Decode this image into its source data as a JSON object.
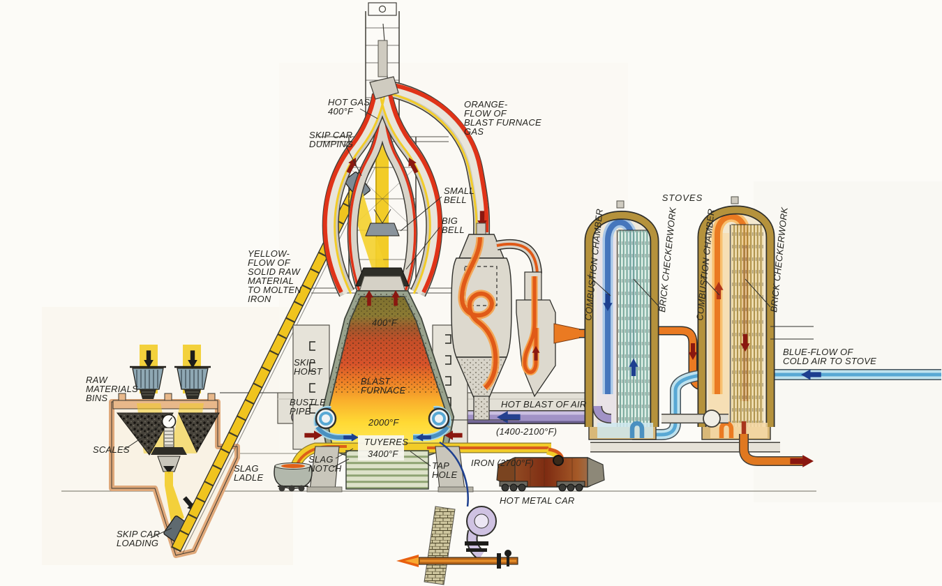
{
  "diagram": {
    "subject": "Blast furnace ironmaking process cutaway illustration",
    "labels": {
      "hot_gas": [
        "HOT GAS",
        "400°F"
      ],
      "skip_car_dumping": [
        "SKIP CAR",
        "DUMPING"
      ],
      "orange_flow": [
        "ORANGE-",
        "FLOW OF",
        "BLAST FURNACE",
        "GAS"
      ],
      "small_bell": [
        "SMALL",
        "BELL"
      ],
      "big_bell": [
        "BIG",
        "BELL"
      ],
      "yellow_flow": [
        "YELLOW-",
        "FLOW OF",
        "SOLID RAW",
        "MATERIAL",
        "TO MOLTEN",
        "IRON"
      ],
      "stoves": "STOVES",
      "combustion_chamber": "COMBUSTION CHAMBER",
      "brick_checkerwork": "BRICK CHECKERWORK",
      "raw_materials_bins": [
        "RAW",
        "MATERIALS",
        "BINS"
      ],
      "skip_hoist": [
        "SKIP",
        "HOIST"
      ],
      "blast_furnace": [
        "BLAST",
        "FURNACE"
      ],
      "bustle_pipe": [
        "BUSTLE",
        "PIPE"
      ],
      "scales": "SCALES",
      "stack_temp": "400°F",
      "bosh_temp": "2000°F",
      "tuyeres": "TUYERES",
      "tuyeres_temp": "3400°F",
      "slag_ladle": [
        "SLAG",
        "LADLE"
      ],
      "slag_notch": [
        "SLAG",
        "NOTCH"
      ],
      "tap_hole": [
        "TAP",
        "HOLE"
      ],
      "hot_blast": "HOT BLAST OF AIR",
      "hot_blast_temp": "(1400-2100°F)",
      "iron_temp": "IRON (2700°F)",
      "hot_metal_car": "HOT METAL CAR",
      "blue_flow": [
        "BLUE-FLOW OF",
        "COLD AIR TO STOVE"
      ],
      "skip_car_loading": [
        "SKIP CAR",
        "LOADING"
      ]
    },
    "colors": {
      "blast_furnace_gas_orange": "#e05a18",
      "raw_material_yellow": "#f2cc28",
      "cold_air_blue": "#58a8d4",
      "hot_blast_purple": "#a192c6",
      "flow_arrow_dark_red": "#8a1810",
      "flow_arrow_dark_blue": "#1d3f8f",
      "molten_iron_yellow": "#ffe94a"
    }
  }
}
